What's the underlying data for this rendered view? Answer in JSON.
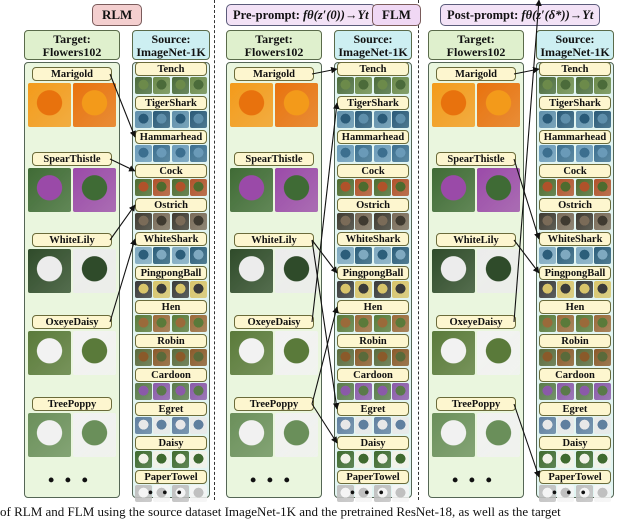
{
  "panels": [
    {
      "method": "RLM",
      "prompt_prefix": "",
      "prompt_formula": "",
      "target_head": "Target:\nFlowers102",
      "source_head": "Source:\nImageNet-1K",
      "mapping": [
        [
          2,
          0
        ],
        [
          3,
          1
        ],
        [
          4,
          2
        ],
        [
          5,
          3
        ]
      ]
    },
    {
      "method": "",
      "prompt_prefix": "Pre-prompt: ",
      "prompt_formula": "fθ(z′(0))→Yt",
      "target_head": "Target:\nFlowers102",
      "source_head": "Source:\nImageNet-1K",
      "mapping": [
        [
          0,
          0
        ],
        [
          1,
          3
        ],
        [
          6,
          2
        ],
        [
          7,
          4
        ],
        [
          10,
          2
        ],
        [
          11,
          4
        ]
      ]
    },
    {
      "method": "FLM",
      "prompt_prefix": "Post-prompt: ",
      "prompt_formula": "fθ(z′(δ*))→Yt",
      "target_head": "Target:\nFlowers102",
      "source_head": "Source:\nImageNet-1K",
      "mapping": [
        [
          0,
          0
        ],
        [
          5,
          1
        ],
        [
          6,
          2
        ],
        [
          12,
          4
        ],
        [
          13,
          3
        ]
      ]
    }
  ],
  "target_labels": [
    "Marigold",
    "SpearThistle",
    "WhiteLily",
    "OxeyeDaisy",
    "TreePoppy"
  ],
  "source_labels": [
    "Tench",
    "TigerShark",
    "Hammarhead",
    "Cock",
    "Ostrich",
    "WhiteShark",
    "PingpongBall",
    "Hen",
    "Robin",
    "Cardoon",
    "Egret",
    "Daisy",
    "PaperTowel"
  ],
  "ellipsis": "• • •",
  "caption": "of RLM and FLM using the source dataset ImageNet-1K and the pretrained ResNet-18, as well as the target",
  "colors": {
    "target_head": "#dff0cd",
    "source_head": "#cdeff2",
    "label": "#fdf6cf",
    "rlm_tag": "#f4cfcf",
    "prompt_tag": "#f3e2f6"
  },
  "target_thumb_palettes": [
    [
      "#e8720d",
      "#f39a1a"
    ],
    [
      "#9a4aa8",
      "#3f6b35"
    ],
    [
      "#ececec",
      "#2f4b2a"
    ],
    [
      "#f2f2f2",
      "#5a7a3a"
    ],
    [
      "#f1f1f1",
      "#6a8f5a"
    ]
  ],
  "source_thumb_palettes": [
    [
      "#6c8a4a",
      "#4b6b3a"
    ],
    [
      "#2a5a78",
      "#5f8fab"
    ],
    [
      "#3c6f8f",
      "#6a9ab8"
    ],
    [
      "#b0522a",
      "#4e6b2e"
    ],
    [
      "#7a6b58",
      "#3f3a30"
    ],
    [
      "#2c5e7a",
      "#7fa9c0"
    ],
    [
      "#d8c46a",
      "#3a3a3a"
    ],
    [
      "#9a6a3a",
      "#5a7a3a"
    ],
    [
      "#8a5a2a",
      "#5a6a3a"
    ],
    [
      "#8a5aa8",
      "#5a7a4a"
    ],
    [
      "#e8e8e8",
      "#5f7f9f"
    ],
    [
      "#f2f2e8",
      "#3f6a2f"
    ],
    [
      "#f4f4f4",
      "#c0c0c0"
    ]
  ]
}
